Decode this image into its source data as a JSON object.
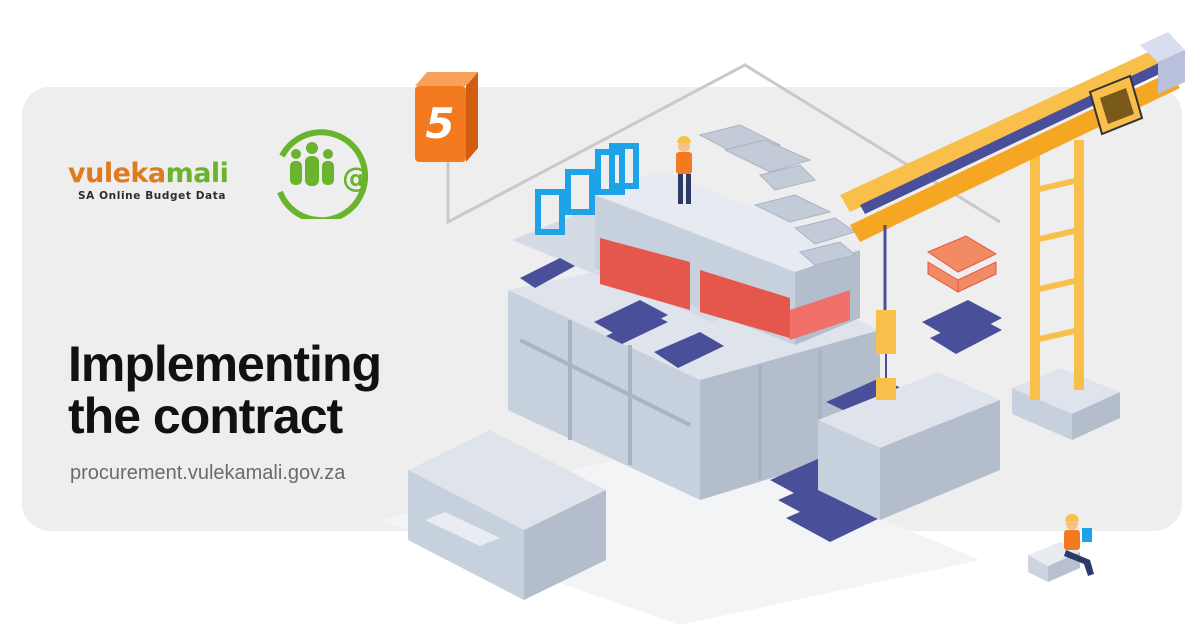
{
  "brand": {
    "logo_part1": "vuleka",
    "logo_part2": "mali",
    "logo_at": "@",
    "tagline": "SA Online Budget Data"
  },
  "hero": {
    "line1": "Implementing",
    "line2": "the contract",
    "url": "procurement.vulekamali.gov.za"
  },
  "step": {
    "number": "5"
  },
  "colors": {
    "card_bg": "#eeeeee",
    "headline": "#111111",
    "logo_orange": "#e07a1f",
    "logo_green": "#6ab42d",
    "badge_orange": "#f47a20",
    "crane_yellow": "#f8c04a",
    "structure_grey": "#c7d0dd",
    "brick_red": "#e5564c",
    "pipe_blue": "#4a4f9a",
    "window_blue": "#1ea3e8"
  },
  "icons": [
    "vulekamali-people-icon",
    "step-badge-icon",
    "crane-icon",
    "construction-site-icon",
    "worker-icon",
    "tablet-worker-icon"
  ]
}
